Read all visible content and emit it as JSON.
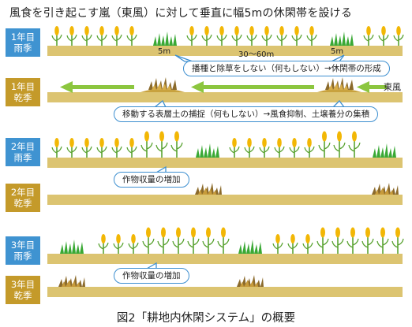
{
  "title": "風食を引き起こす嵐（東風）に対して垂直に幅5mの休閑帯を設ける",
  "caption": "図2「耕地内休閑システム」の概要",
  "rows": [
    {
      "label_line1": "1年目",
      "label_line2": "雨季",
      "season": "rain"
    },
    {
      "label_line1": "1年目",
      "label_line2": "乾季",
      "season": "dry"
    },
    {
      "label_line1": "2年目",
      "label_line2": "雨季",
      "season": "rain"
    },
    {
      "label_line1": "2年目",
      "label_line2": "乾季",
      "season": "dry"
    },
    {
      "label_line1": "3年目",
      "label_line2": "雨季",
      "season": "rain"
    },
    {
      "label_line1": "3年目",
      "label_line2": "乾季",
      "season": "dry"
    }
  ],
  "dimensions": {
    "strip_left": "5m",
    "interval": "30〜60m",
    "strip_right": "5m"
  },
  "wind_label": "東風",
  "callouts": {
    "row1": "播種と除草をしない（何もしない）→休閑帯の形成",
    "row2": "移動する表層土の捕捉（何もしない）→風食抑制、土壌養分の集積",
    "row3": "作物収量の増加",
    "row5": "作物収量の増加"
  },
  "colors": {
    "rain_badge": "#3f93d1",
    "dry_badge": "#c49a2a",
    "ground": "#dcc471",
    "arrow_green": "#8cc63f",
    "callout_border": "#3d8fd0",
    "crop_yellow": "#f2b705",
    "grass_green": "#3aa935",
    "residue_brown": "#8b6a2b"
  }
}
